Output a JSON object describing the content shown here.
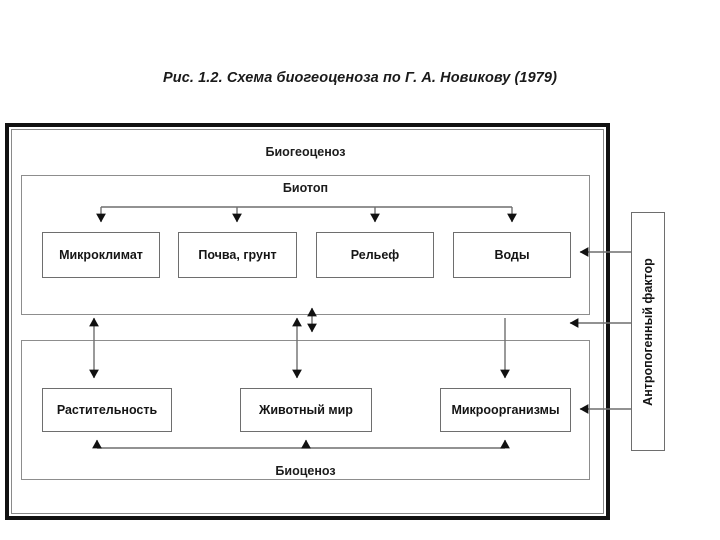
{
  "figure": {
    "title": "Рис. 1.2. Схема биогеоценоза по Г. А. Новикову (1979)"
  },
  "diagram": {
    "outer_label": "Биогеоценоз",
    "biotope_label": "Биотоп",
    "biocenosis_label": "Биоценоз",
    "external_factor_label": "Антропогенный фактор",
    "biotope_components": [
      {
        "id": "microclimate",
        "label": "Микроклимат"
      },
      {
        "id": "soil",
        "label": "Почва, грунт"
      },
      {
        "id": "relief",
        "label": "Рельеф"
      },
      {
        "id": "waters",
        "label": "Воды"
      }
    ],
    "biocenosis_components": [
      {
        "id": "vegetation",
        "label": "Растительность"
      },
      {
        "id": "animals",
        "label": "Животный мир"
      },
      {
        "id": "microorganisms",
        "label": "Микроорганизмы"
      }
    ],
    "colors": {
      "outer_border": "#111111",
      "inner_border": "#8d8d8d",
      "box_border": "#6e6e6e",
      "connector": "#6f6f6f",
      "arrowhead": "#111111",
      "text": "#151515",
      "background": "#ffffff"
    }
  }
}
